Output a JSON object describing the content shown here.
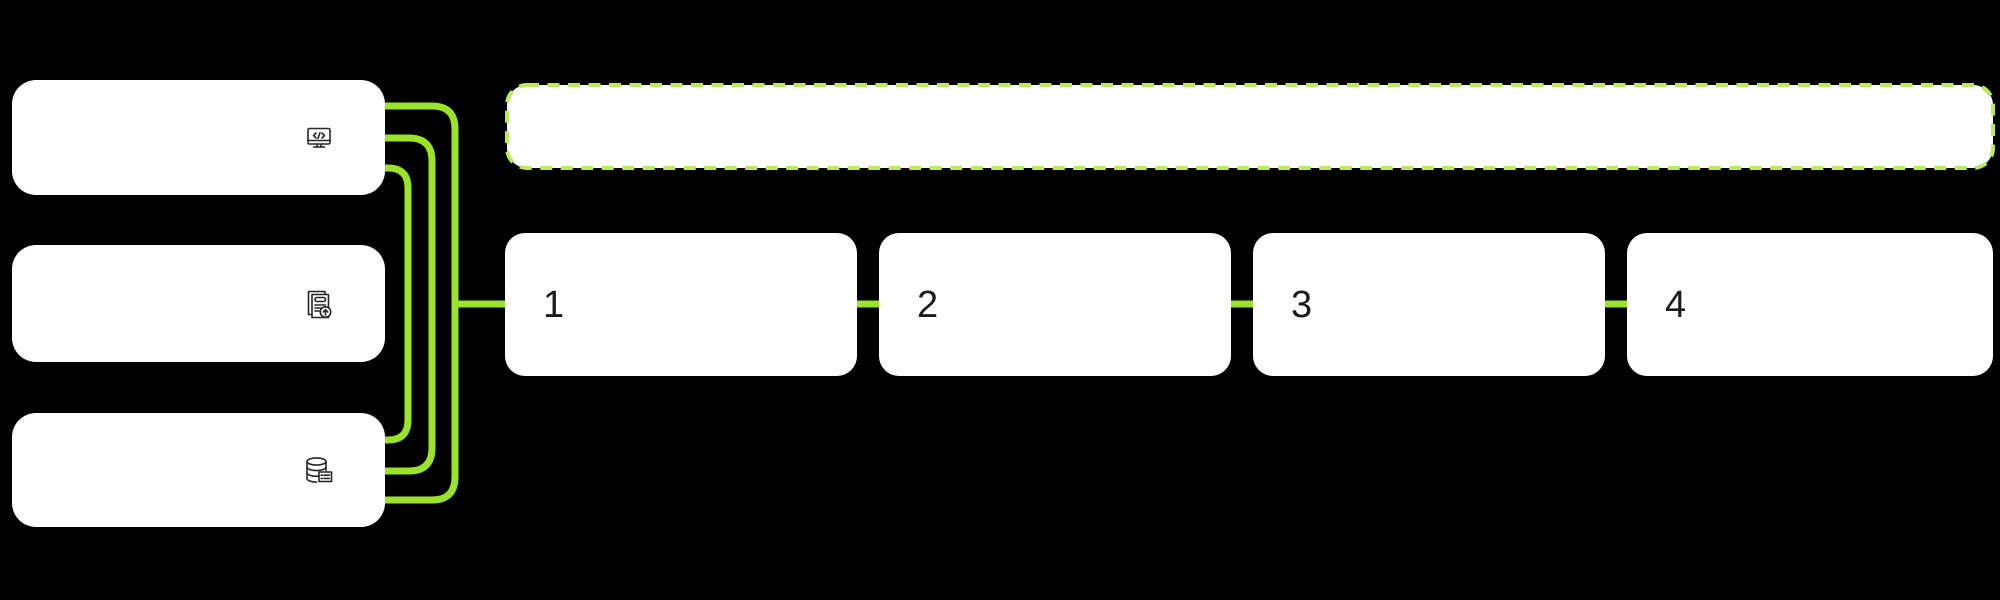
{
  "diagram": {
    "colors": {
      "background": "#000000",
      "node_fill": "#ffffff",
      "line_green": "#9ae32a",
      "dash_green": "#b9eb5a",
      "number_color": "#1b1b1b"
    },
    "sources": [
      {
        "icon": "code-monitor-icon",
        "label": ""
      },
      {
        "icon": "document-upload-icon",
        "label": ""
      },
      {
        "icon": "database-icon",
        "label": ""
      }
    ],
    "placeholder_box": {
      "label": ""
    },
    "steps": [
      {
        "number": "1"
      },
      {
        "number": "2"
      },
      {
        "number": "3"
      },
      {
        "number": "4"
      }
    ]
  }
}
